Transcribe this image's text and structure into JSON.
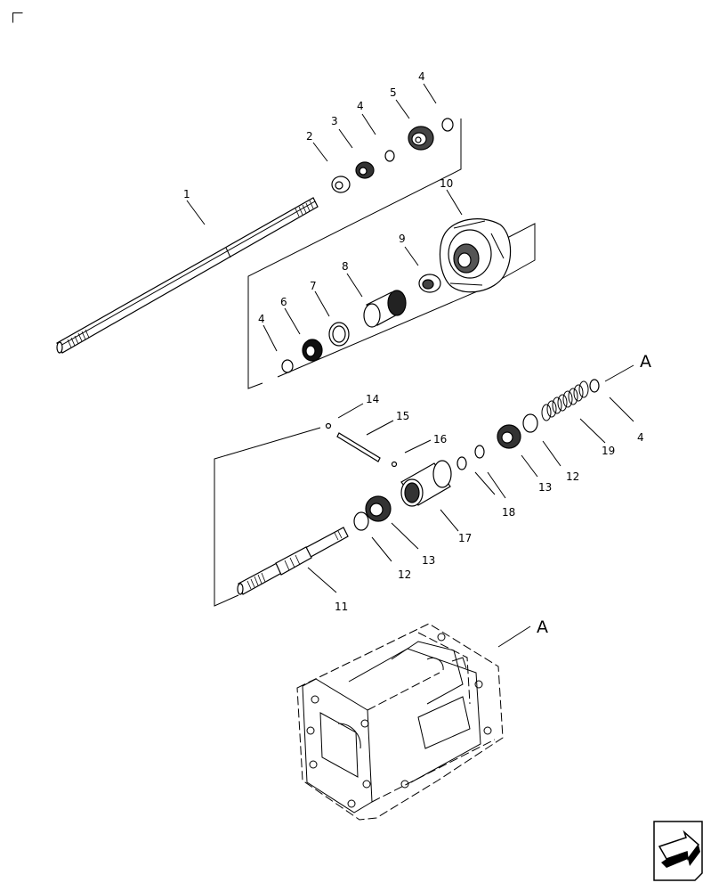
{
  "callouts": {
    "c1": "1",
    "c2": "2",
    "c3": "3",
    "c4a": "4",
    "c5": "5",
    "c4b": "4",
    "c10": "10",
    "c9": "9",
    "c8": "8",
    "c7": "7",
    "c6": "6",
    "c4c": "4",
    "c14": "14",
    "c15": "15",
    "c16": "16",
    "c18": "18",
    "c13a": "13",
    "c12a": "12",
    "c19": "19",
    "c4d": "4",
    "c17": "17",
    "c13b": "13",
    "c12b": "12",
    "c11": "11"
  },
  "reference_labels": {
    "upper_a": "A",
    "lower_a": "A"
  },
  "colors": {
    "line": "#000000",
    "background": "#ffffff",
    "nav_button_fill": "#ffffff"
  },
  "icons": {
    "nav": "next-page-arrow-icon",
    "corner": "corner-bracket-icon"
  }
}
